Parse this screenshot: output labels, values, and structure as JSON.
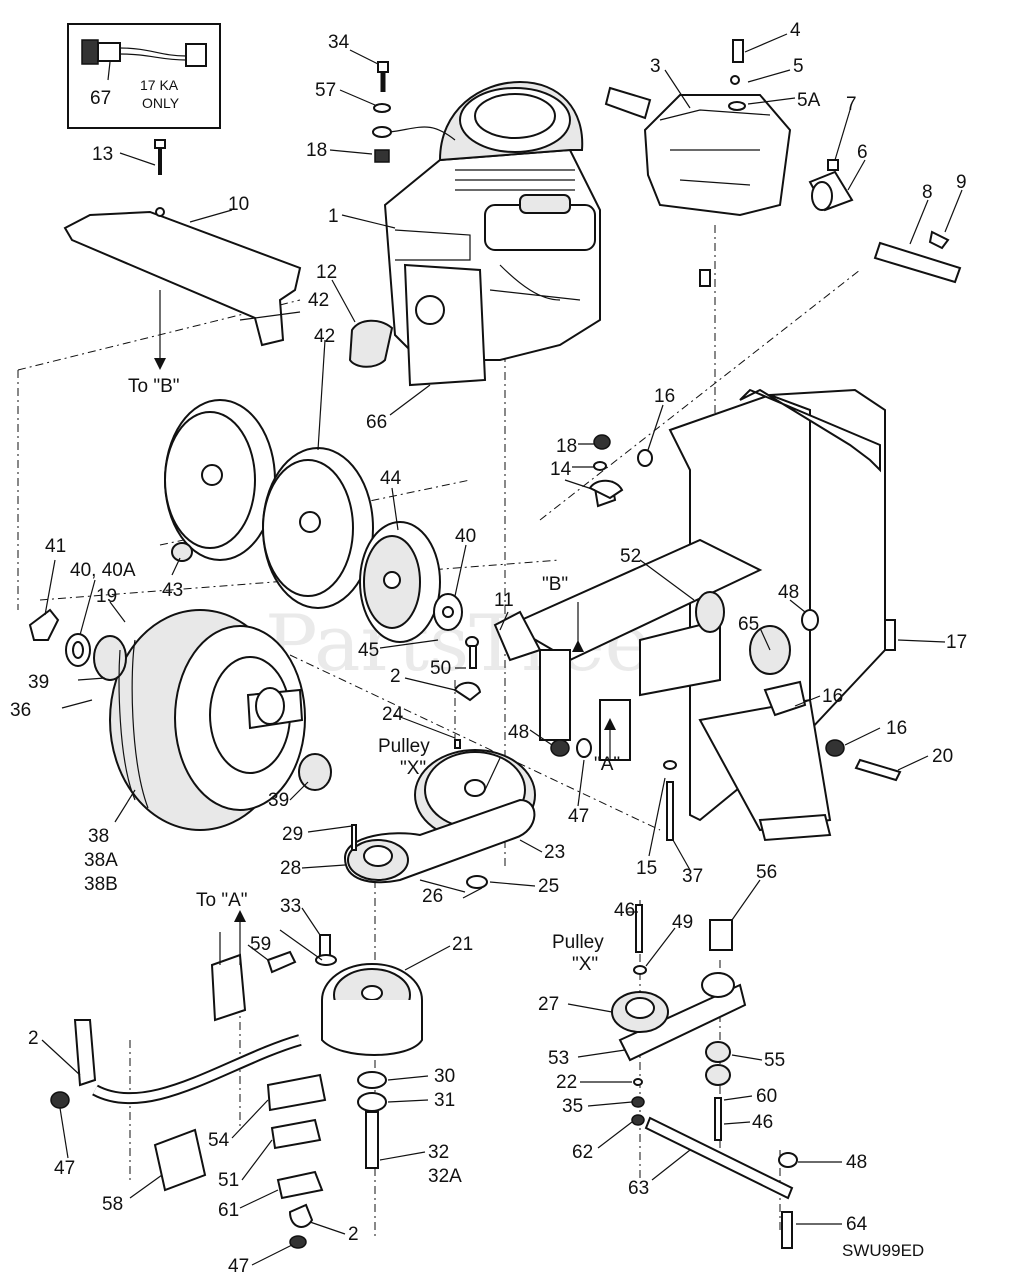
{
  "watermark": "PartsTree",
  "diagram_code": "SWU99ED",
  "inset": {
    "part_number": "67",
    "note_line1": "17 KA",
    "note_line2": "ONLY"
  },
  "callouts": {
    "to_b": "To \"B\"",
    "to_a": "To \"A\"",
    "b_marker": "\"B\"",
    "a_marker": "\"A\"",
    "pulley_word": "Pulley",
    "pulley_x": "\"X\""
  },
  "labels": [
    {
      "id": "p34",
      "text": "34"
    },
    {
      "id": "p57",
      "text": "57"
    },
    {
      "id": "p18a",
      "text": "18"
    },
    {
      "id": "p1",
      "text": "1"
    },
    {
      "id": "p13",
      "text": "13"
    },
    {
      "id": "p10",
      "text": "10"
    },
    {
      "id": "p12",
      "text": "12"
    },
    {
      "id": "p66",
      "text": "66"
    },
    {
      "id": "p4",
      "text": "4"
    },
    {
      "id": "p3",
      "text": "3"
    },
    {
      "id": "p5",
      "text": "5"
    },
    {
      "id": "p5a",
      "text": "5A"
    },
    {
      "id": "p7",
      "text": "7"
    },
    {
      "id": "p6",
      "text": "6"
    },
    {
      "id": "p8",
      "text": "8"
    },
    {
      "id": "p9",
      "text": "9"
    },
    {
      "id": "p42a",
      "text": "42"
    },
    {
      "id": "p42b",
      "text": "42"
    },
    {
      "id": "p44",
      "text": "44"
    },
    {
      "id": "p40",
      "text": "40"
    },
    {
      "id": "p43",
      "text": "43"
    },
    {
      "id": "p41",
      "text": "41"
    },
    {
      "id": "p40_40a",
      "text": "40, 40A"
    },
    {
      "id": "p19",
      "text": "19"
    },
    {
      "id": "p39a",
      "text": "39"
    },
    {
      "id": "p36",
      "text": "36"
    },
    {
      "id": "p38",
      "text": "38"
    },
    {
      "id": "p38a",
      "text": "38A"
    },
    {
      "id": "p38b",
      "text": "38B"
    },
    {
      "id": "p39b",
      "text": "39"
    },
    {
      "id": "p45",
      "text": "45"
    },
    {
      "id": "p50",
      "text": "50"
    },
    {
      "id": "p2a",
      "text": "2"
    },
    {
      "id": "p24",
      "text": "24"
    },
    {
      "id": "p11",
      "text": "11"
    },
    {
      "id": "p18b",
      "text": "18"
    },
    {
      "id": "p14",
      "text": "14"
    },
    {
      "id": "p2b",
      "text": "2"
    },
    {
      "id": "p16a",
      "text": "16"
    },
    {
      "id": "p52",
      "text": "52"
    },
    {
      "id": "p48a",
      "text": "48"
    },
    {
      "id": "p65",
      "text": "65"
    },
    {
      "id": "p17",
      "text": "17"
    },
    {
      "id": "p16b",
      "text": "16"
    },
    {
      "id": "p16c",
      "text": "16"
    },
    {
      "id": "p20",
      "text": "20"
    },
    {
      "id": "p48b",
      "text": "48"
    },
    {
      "id": "p47a",
      "text": "47"
    },
    {
      "id": "p15",
      "text": "15"
    },
    {
      "id": "p37",
      "text": "37"
    },
    {
      "id": "p29",
      "text": "29"
    },
    {
      "id": "p23",
      "text": "23"
    },
    {
      "id": "p28",
      "text": "28"
    },
    {
      "id": "p25",
      "text": "25"
    },
    {
      "id": "p26",
      "text": "26"
    },
    {
      "id": "p33",
      "text": "33"
    },
    {
      "id": "p21",
      "text": "21"
    },
    {
      "id": "p59",
      "text": "59"
    },
    {
      "id": "p2c",
      "text": "2"
    },
    {
      "id": "p30",
      "text": "30"
    },
    {
      "id": "p31",
      "text": "31"
    },
    {
      "id": "p32",
      "text": "32"
    },
    {
      "id": "p32a",
      "text": "32A"
    },
    {
      "id": "p47b",
      "text": "47"
    },
    {
      "id": "p54",
      "text": "54"
    },
    {
      "id": "p51",
      "text": "51"
    },
    {
      "id": "p58",
      "text": "58"
    },
    {
      "id": "p61",
      "text": "61"
    },
    {
      "id": "p2d",
      "text": "2"
    },
    {
      "id": "p47c",
      "text": "47"
    },
    {
      "id": "p56",
      "text": "56"
    },
    {
      "id": "p46a",
      "text": "46"
    },
    {
      "id": "p49",
      "text": "49"
    },
    {
      "id": "p27",
      "text": "27"
    },
    {
      "id": "p53",
      "text": "53"
    },
    {
      "id": "p55",
      "text": "55"
    },
    {
      "id": "p22",
      "text": "22"
    },
    {
      "id": "p60",
      "text": "60"
    },
    {
      "id": "p35",
      "text": "35"
    },
    {
      "id": "p46b",
      "text": "46"
    },
    {
      "id": "p62",
      "text": "62"
    },
    {
      "id": "p63",
      "text": "63"
    },
    {
      "id": "p48c",
      "text": "48"
    },
    {
      "id": "p64",
      "text": "64"
    }
  ]
}
